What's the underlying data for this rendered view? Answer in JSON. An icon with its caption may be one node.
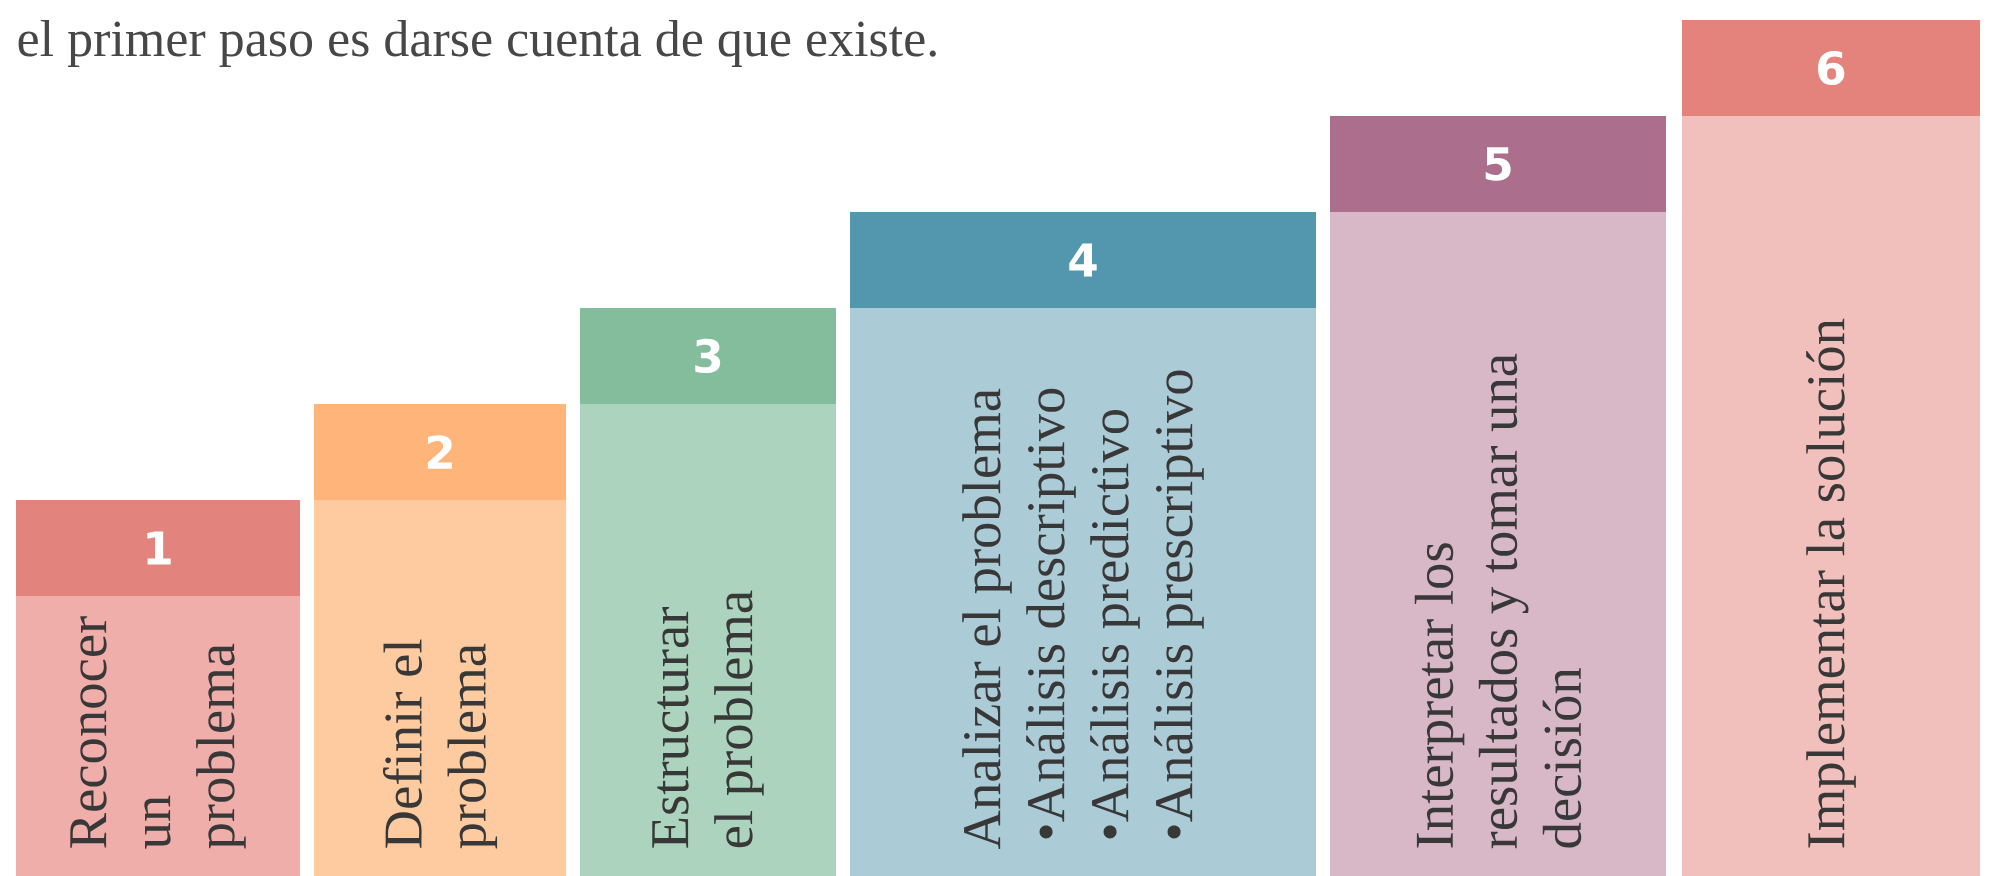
{
  "diagram": {
    "nodes": [
      {
        "text": [
          "1",
          "Reconocer un problema"
        ]
      },
      {
        "text": [
          "2",
          "Definir el problema"
        ]
      },
      {
        "text": [
          "3",
          "Estructurar el problema"
        ]
      },
      {
        "text": [
          "4",
          "Analizar el problema",
          "•Análisis descriptivo",
          "•Análisis predictivo",
          "•Análisis prescriptivo"
        ]
      },
      {
        "text": [
          "5",
          "Interpretar los resultados y tomar una decisión"
        ]
      },
      {
        "text": [
          "6",
          "Implementar la solución"
        ]
      }
    ],
    "labels": [
      "el primer paso es darse cuenta de que existe."
    ]
  }
}
